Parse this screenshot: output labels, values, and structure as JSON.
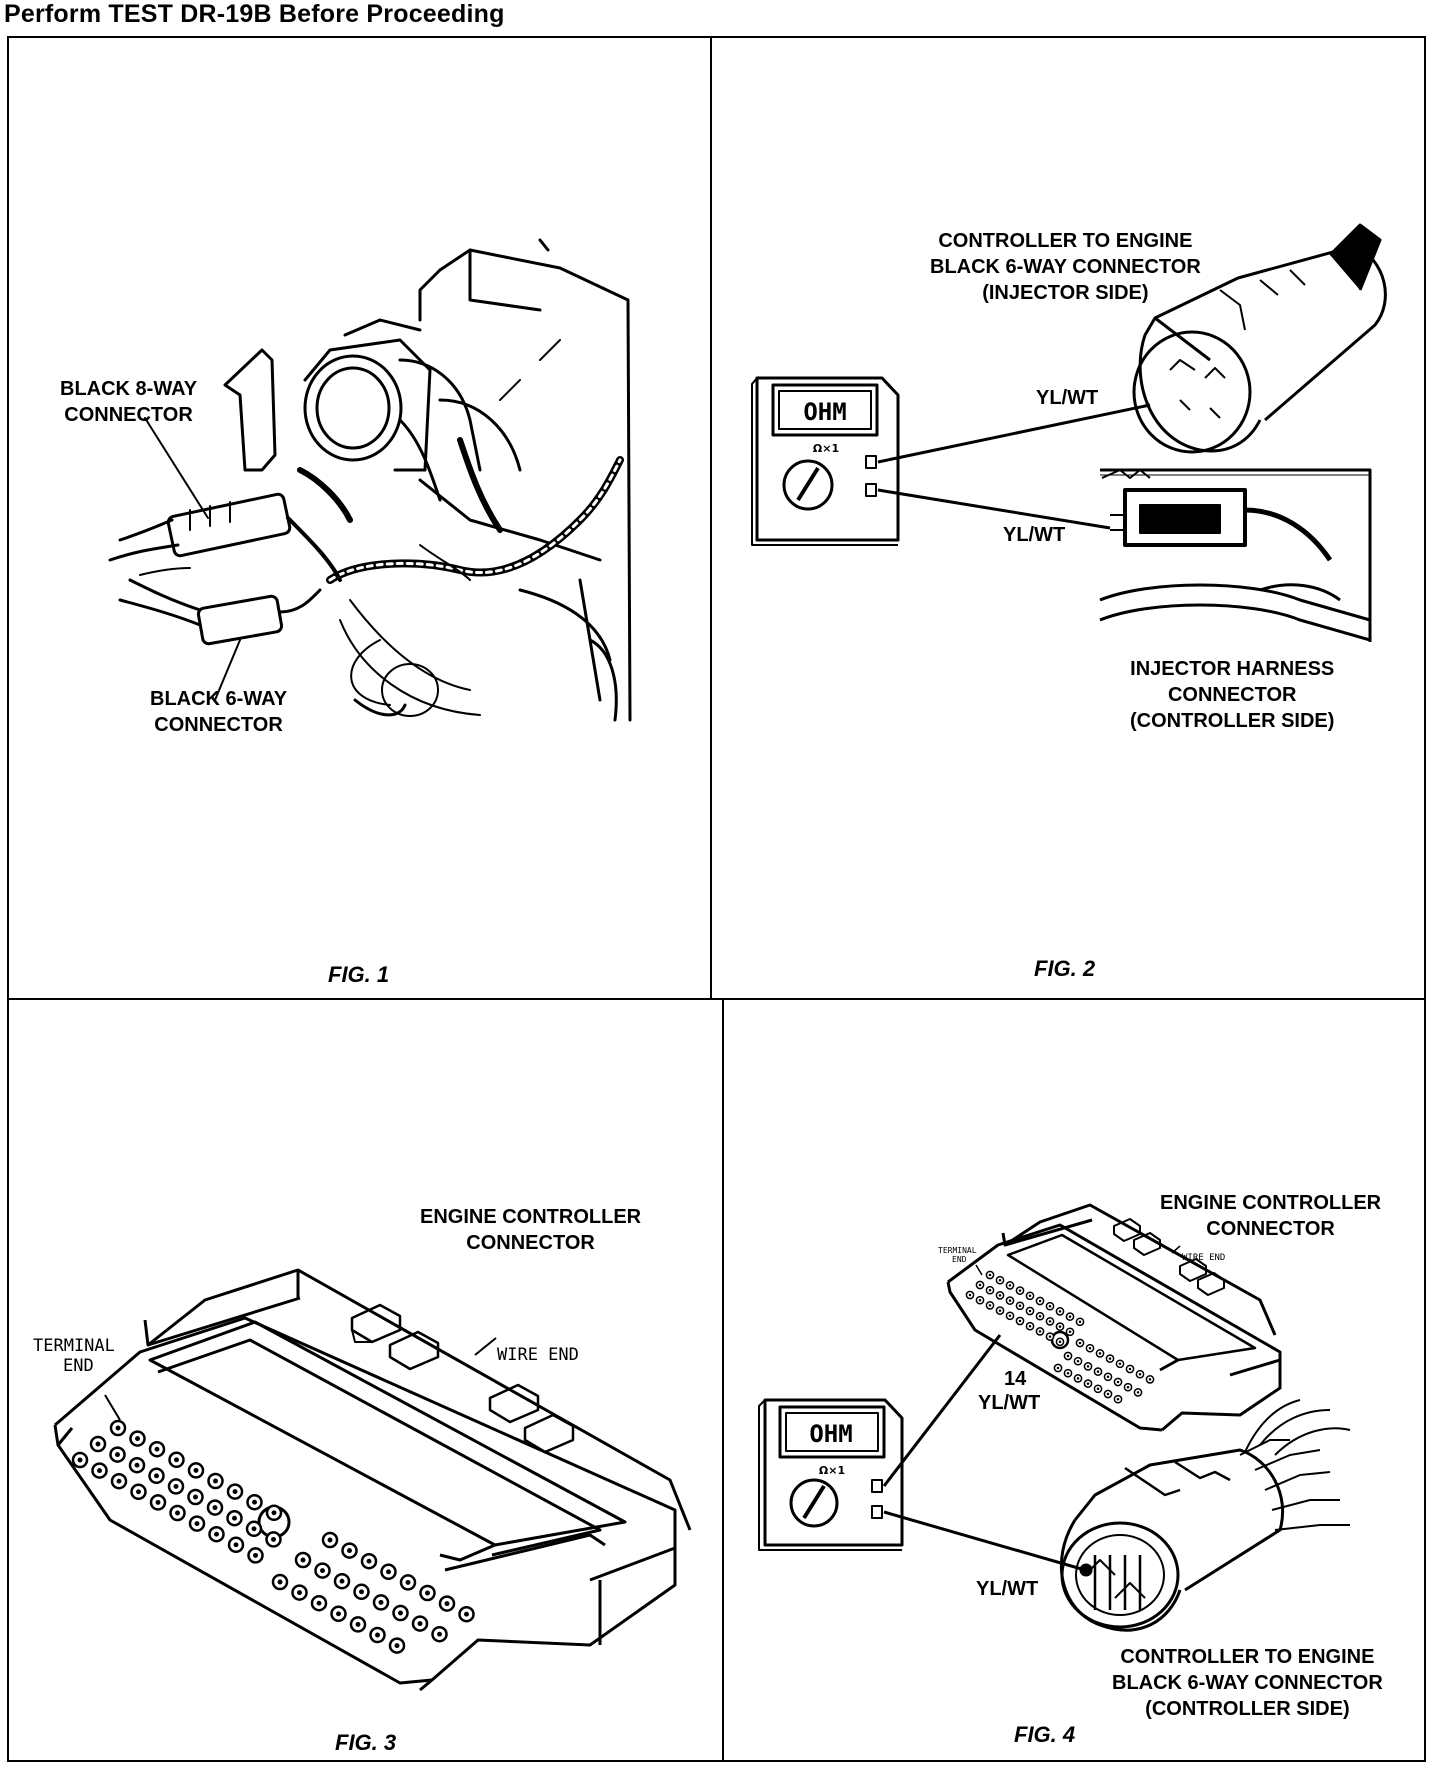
{
  "header": "Perform TEST DR-19B Before Proceeding",
  "fig1": {
    "caption": "FIG. 1",
    "label_8way": [
      "BLACK 8-WAY",
      "CONNECTOR"
    ],
    "label_6way": [
      "BLACK 6-WAY",
      "CONNECTOR"
    ]
  },
  "fig2": {
    "caption": "FIG. 2",
    "top_label": [
      "CONTROLLER TO ENGINE",
      "BLACK 6-WAY CONNECTOR",
      "(INJECTOR SIDE)"
    ],
    "wire_top": "YL/WT",
    "wire_bottom": "YL/WT",
    "bottom_label": [
      "INJECTOR HARNESS",
      "CONNECTOR",
      "(CONTROLLER SIDE)"
    ],
    "meter_display": "OHM",
    "meter_range": "Ω×1"
  },
  "fig3": {
    "caption": "FIG. 3",
    "title": [
      "ENGINE CONTROLLER",
      "CONNECTOR"
    ],
    "terminal_end": [
      "TERMINAL",
      "END"
    ],
    "wire_end": "WIRE END"
  },
  "fig4": {
    "caption": "FIG. 4",
    "title": [
      "ENGINE CONTROLLER",
      "CONNECTOR"
    ],
    "terminal_end": [
      "TERMINAL",
      "END"
    ],
    "wire_end": "WIRE END",
    "pin": "14",
    "wire_top": "YL/WT",
    "wire_bottom": "YL/WT",
    "bottom_label": [
      "CONTROLLER TO ENGINE",
      "BLACK 6-WAY CONNECTOR",
      "(CONTROLLER SIDE)"
    ],
    "meter_display": "OHM",
    "meter_range": "Ω×1"
  }
}
